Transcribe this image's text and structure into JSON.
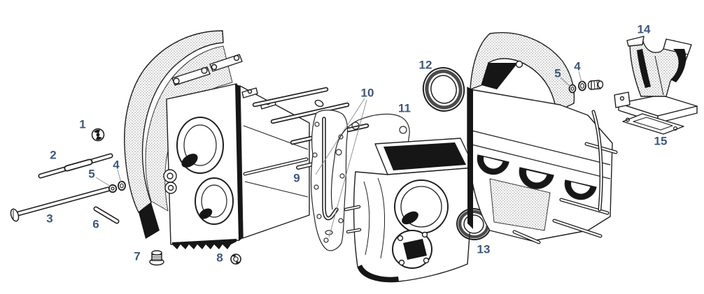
{
  "diagram": {
    "kind": "exploded-parts-diagram",
    "background_color": "#ffffff",
    "line_color": "#1f1f1f",
    "shadow_color": "#161616",
    "callout_color": "#3f587c"
  },
  "parts": [
    {
      "number": "1",
      "drawing": "sealing-plug-nut"
    },
    {
      "number": "2",
      "drawing": "long-stud"
    },
    {
      "number": "3",
      "drawing": "long-bolt-flat-head"
    },
    {
      "number": "4",
      "drawing": "washer"
    },
    {
      "number": "5",
      "drawing": "sealing-ring"
    },
    {
      "number": "6",
      "drawing": "short-stud"
    },
    {
      "number": "7",
      "drawing": "threaded-drain-plug"
    },
    {
      "number": "8",
      "drawing": "nut"
    },
    {
      "number": "9",
      "drawing": "thin-long-stud"
    },
    {
      "number": "10",
      "drawing": "side-cover-gasket"
    },
    {
      "number": "11",
      "drawing": "crankcase-half-gasket"
    },
    {
      "number": "12",
      "drawing": "oil-seal-ring"
    },
    {
      "number": "13",
      "drawing": "oil-seal-ring-small"
    },
    {
      "number": "14",
      "drawing": "engine-support-bracket"
    },
    {
      "number": "15",
      "drawing": "support-gasket"
    }
  ],
  "labels": [
    {
      "text": "1"
    },
    {
      "text": "2"
    },
    {
      "text": "3"
    },
    {
      "text": "4"
    },
    {
      "text": "5"
    },
    {
      "text": "6"
    },
    {
      "text": "7"
    },
    {
      "text": "8"
    },
    {
      "text": "9"
    },
    {
      "text": "10"
    },
    {
      "text": "11"
    },
    {
      "text": "12"
    },
    {
      "text": "13"
    },
    {
      "text": "14"
    },
    {
      "text": "15"
    },
    {
      "text": "4"
    },
    {
      "text": "5"
    }
  ]
}
